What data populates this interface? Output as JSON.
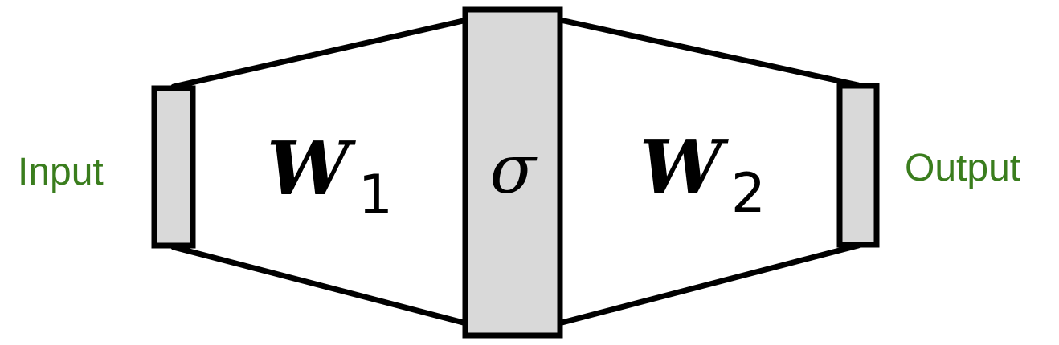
{
  "input_label": "Input",
  "output_label": "Output",
  "weight_1": {
    "symbol": "W",
    "subscript": "1"
  },
  "activation": {
    "symbol": "σ"
  },
  "weight_2": {
    "symbol": "W",
    "subscript": "2"
  },
  "colors": {
    "label_text": "#3a7d1d",
    "layer_fill": "#d9d9d9",
    "stroke": "#000000",
    "background": "#ffffff"
  }
}
